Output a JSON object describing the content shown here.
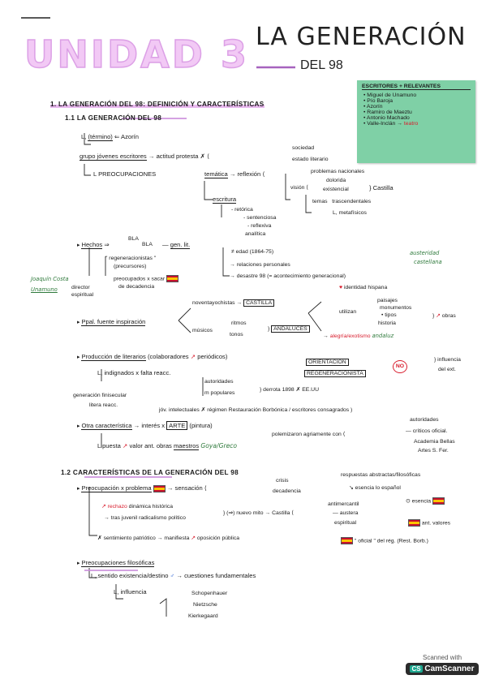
{
  "header": {
    "unit": "UNIDAD 3",
    "title_line1": "LA GENERACIÓN",
    "title_line2": "DEL 98"
  },
  "writers_box": {
    "heading": "ESCRITORES + RELEVANTES",
    "items": [
      "Miguel de Unamuno",
      "Pío Baroja",
      "Azorín",
      "Ramiro de Maeztu",
      "Antonio Machado"
    ],
    "last_item": "Valle-Inclán",
    "last_item_note": "teatro"
  },
  "section1": {
    "title": "1. LA GENERACIÓN DEL 98: DEFINICIÓN Y CARACTERÍSTICAS",
    "sub1": "1.1 LA GENERACIÓN DEL 98",
    "termino": "(término)",
    "termino_source": "Azorín",
    "grupo": "grupo jóvenes escritores",
    "actitud": "actitud protesta",
    "sociedad": "sociedad",
    "estado_literario": "estado literario",
    "preocupaciones": "PREOCUPACIONES",
    "tematica": "temática",
    "reflexion": "reflexión",
    "problemas": "problemas nacionales",
    "vision": "visión",
    "dolorida": "dolorida",
    "existencial": "existencial",
    "castilla1": "Castilla",
    "temas": "temas",
    "trascendentales": "trascendentales",
    "metafisicos": "metafísicos",
    "escritura": "escritura",
    "retorica": "retórica",
    "sentenciosa": "sentenciosa",
    "reflexiva": "reflexiva",
    "analitica": "analítica",
    "hechos": "Hechos",
    "bla": "BLA",
    "bla2": "BLA",
    "gen_lit": "gen. lit.",
    "regeneracionistas": "\" regeneracionistas \"",
    "precursores": "(precursores)",
    "preocupados": "preocupados x sacar",
    "decadencia": "de decadencia",
    "joaquin": "Joaquín Costa",
    "unamuno": "Unamuno",
    "director": "director",
    "espiritual": "espiritual",
    "edad": "≠ edad (1864-75)",
    "relaciones": "relaciones personales",
    "desastre": "desastre 98 (= acontecimiento generacional)",
    "austeridad": "austeridad",
    "castellana": "castellana",
    "identidad": "identidad hispana",
    "ppal": "Ppal. fuente inspiración",
    "noventayochistas": "noventayochistas",
    "castilla_box": "CASTILLA",
    "utilizan": "utilizan",
    "paisajes": "paisajes",
    "monumentos": "monumentos",
    "tipos": "tipos",
    "historia": "historia",
    "obras": "obras",
    "musicos": "músicos",
    "ritmos": "ritmos",
    "tonos": "tonos",
    "andaluces": "ANDALUCES",
    "alegria": "alegría/exotismo",
    "andaluz": "andaluz",
    "produccion": "Producción de literarios",
    "colaboradores": "(colaboradores",
    "periodicos": "periódicos)",
    "orientacion": "ORIENTACIÓN",
    "regeneracionista": "REGENERACIONISTA",
    "no": "NO",
    "influencia": "influencia",
    "del_ext": "del ext.",
    "indignados": "indignados x falta reacc.",
    "autoridades": "autoridades",
    "m_populares": "m populares",
    "derrota": "derrota 1898",
    "ee_uu": "EE.UU",
    "gen_fin": "generación finisecular",
    "litera_reacc": "litera reacc.",
    "jov": "jóv. intelectuales",
    "regimen": "régimen Restauración Borbónica / escritores consagrados",
    "otra": "Otra característica",
    "interes": "interés x",
    "arte": "ARTE",
    "pintura": "(pintura)",
    "autoridades2": "autoridades",
    "polemizaron": "polemizaron agriamente con",
    "criticos": "críticos oficial.",
    "academia": "Academia Bellas",
    "artes": "Artes S. Fer.",
    "puesta": "puesta",
    "valor": "valor ant. obras",
    "maestros": "maestros",
    "goya": "Goya/Greco"
  },
  "section12": {
    "title": "1.2 CARACTERÍSTICAS DE LA GENERACIÓN DEL 98",
    "preocupacion": "Preocupación x problema",
    "sensacion": "sensación",
    "crisis": "crisis",
    "decadencia": "decadencia",
    "respuestas": "respuestas abstractas/filosóficas",
    "esencia_esp": "esencia lo español",
    "rechazo": "rechazo",
    "dinamica": "dinámica histórica",
    "tras_jovenil": "tras juvenil radicalismo político",
    "nuevo_mito": "(⇒) nuevo mito",
    "castilla": "Castilla",
    "antimercantil": "antimercantil",
    "austera": "austera",
    "espiritual": "espiritual",
    "esencia": "esencia",
    "ant_valores": "ant. valores",
    "sentimiento": "sentimiento patriótico",
    "manifiesta": "manifiesta",
    "oposicion": "oposición pública",
    "oficial": "\" oficial \" del rég. (Rest. Borb.)",
    "preoc_filos": "Preocupaciones filosóficas",
    "sentido": "sentido existencia/destino",
    "cuestiones": "cuestiones fundamentales",
    "influencia": "influencia",
    "filosofos": [
      "Schopenhauer",
      "Nietzsche",
      "Kierkegaard"
    ]
  },
  "watermark": {
    "line1": "Scanned with",
    "line2": "CamScanner"
  },
  "colors": {
    "pink": "#e8b8ee",
    "green_box": "#7fd0a6",
    "red": "#d81c2c",
    "green_ink": "#2f7a3c"
  }
}
